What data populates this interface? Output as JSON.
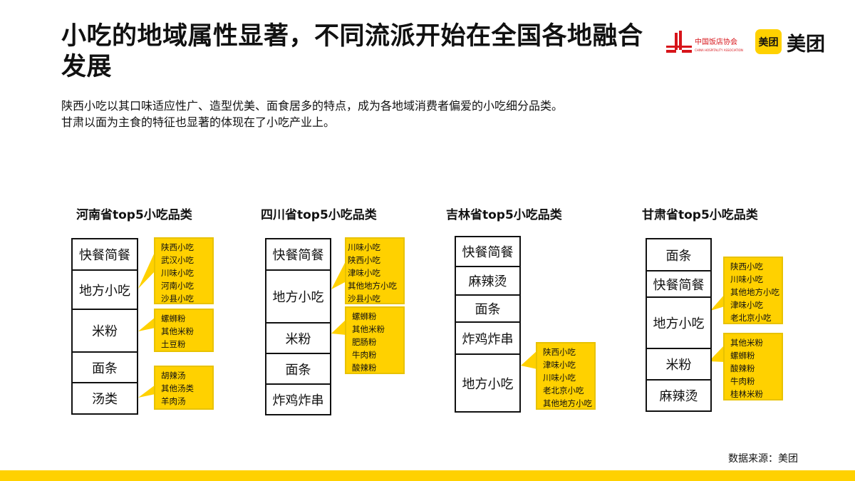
{
  "header": {
    "title": "小吃的地域属性显著，不同流派开始在全国各地融合发展",
    "subtitle_lines": [
      "陕西小吃以其口味适应性广、造型优美、面食居多的特点，成为各地域消费者偏爱的小吃细分品类。",
      "甘肃以面为主食的特征也显著的体现在了小吃产业上。"
    ]
  },
  "logos": {
    "association": "中国饭店协会 CHINA HOSPITALITY ASSOCIATION",
    "meituan_badge": "美团",
    "meituan_text": "美团"
  },
  "colors": {
    "accent": "#FFD100",
    "callout_border": "#E8C200",
    "text": "#111111"
  },
  "diagrams": [
    {
      "title": "河南省top5小吃品类",
      "rows": [
        "快餐简餐",
        "地方小吃",
        "米粉",
        "面条",
        "汤类"
      ],
      "callouts": [
        {
          "row": "地方小吃",
          "items": [
            "陕西小吃",
            "武汉小吃",
            "川味小吃",
            "河南小吃",
            "沙县小吃"
          ]
        },
        {
          "row": "米粉",
          "items": [
            "螺蛳粉",
            "其他米粉",
            "土豆粉"
          ]
        },
        {
          "row": "汤类",
          "items": [
            "胡辣汤",
            "其他汤类",
            "羊肉汤"
          ]
        }
      ]
    },
    {
      "title": "四川省top5小吃品类",
      "rows": [
        "快餐简餐",
        "地方小吃",
        "米粉",
        "面条",
        "炸鸡炸串"
      ],
      "callouts": [
        {
          "row": "地方小吃",
          "items": [
            "川味小吃",
            "陕西小吃",
            "津味小吃",
            "其他地方小吃",
            "沙县小吃"
          ]
        },
        {
          "row": "米粉",
          "items": [
            "螺蛳粉",
            "其他米粉",
            "肥肠粉",
            "牛肉粉",
            "酸辣粉"
          ]
        }
      ]
    },
    {
      "title": "吉林省top5小吃品类",
      "rows": [
        "快餐简餐",
        "麻辣烫",
        "面条",
        "炸鸡炸串",
        "地方小吃"
      ],
      "callouts": [
        {
          "row": "地方小吃",
          "items": [
            "陕西小吃",
            "津味小吃",
            "川味小吃",
            "老北京小吃",
            "其他地方小吃"
          ]
        }
      ]
    },
    {
      "title": "甘肃省top5小吃品类",
      "rows": [
        "面条",
        "快餐简餐",
        "地方小吃",
        "米粉",
        "麻辣烫"
      ],
      "callouts": [
        {
          "row": "地方小吃",
          "items": [
            "陕西小吃",
            "川味小吃",
            "其他地方小吃",
            "津味小吃",
            "老北京小吃"
          ]
        },
        {
          "row": "米粉",
          "items": [
            "其他米粉",
            "螺蛳粉",
            "酸辣粉",
            "牛肉粉",
            "桂林米粉"
          ]
        }
      ]
    }
  ],
  "footer": {
    "source": "数据来源：美团"
  }
}
